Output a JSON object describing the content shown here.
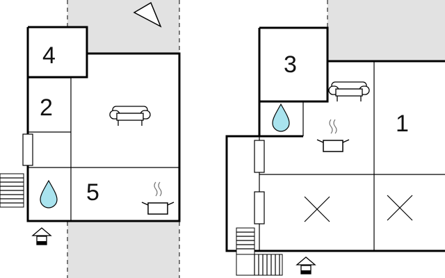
{
  "floorplan": {
    "rooms": [
      {
        "number": "4"
      },
      {
        "number": "2"
      },
      {
        "number": "5"
      },
      {
        "number": "3"
      },
      {
        "number": "1"
      }
    ],
    "icons": {
      "compass": "north-arrow-icon",
      "sofa": "sofa-icon",
      "water": "water-drop-icon",
      "kitchen": "cooking-pot-icon",
      "entrance": "entrance-icon",
      "bed": "bed-cross-icon",
      "stairs": "stairs-icon",
      "window": "window-icon"
    },
    "colors": {
      "terrace": "#e2e2e2",
      "water": "#a9e3ee",
      "wall": "#000000"
    }
  }
}
